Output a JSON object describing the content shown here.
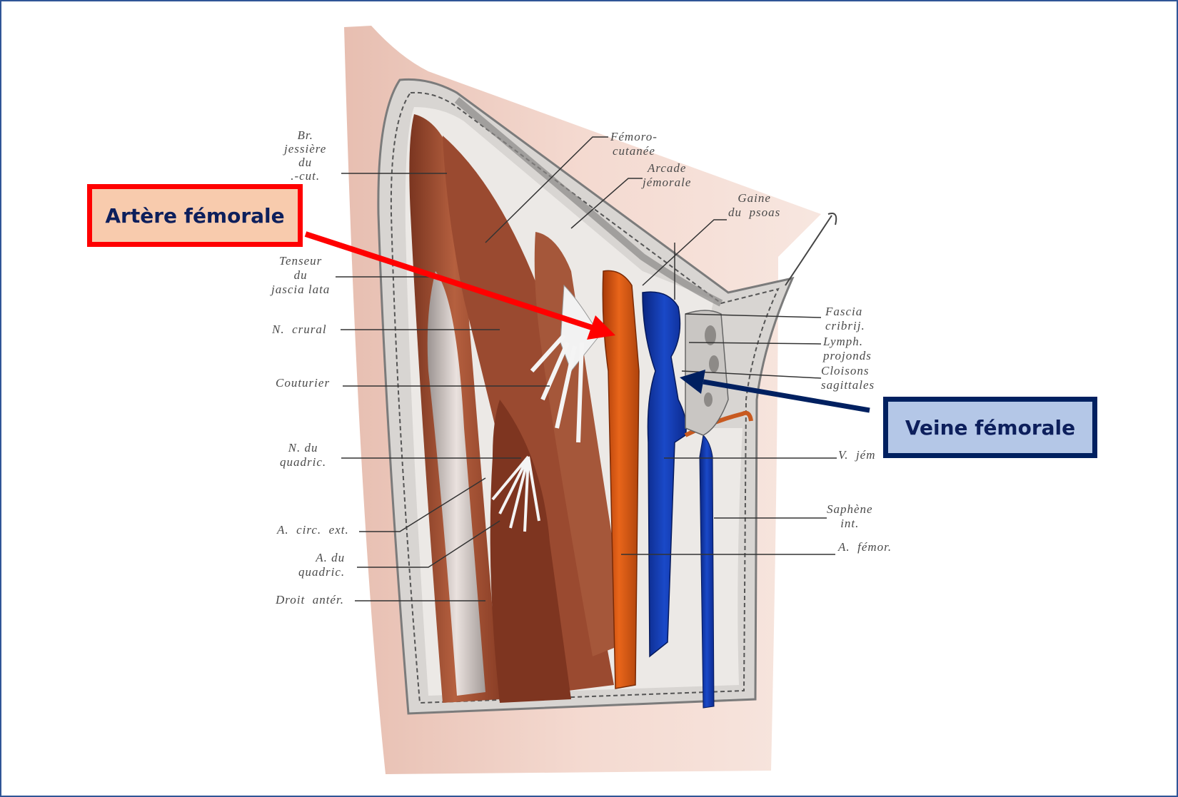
{
  "slide": {
    "frame_color": "#2f5597"
  },
  "callouts": {
    "artery": {
      "label": "Artère  fémorale",
      "border_color": "#ff0000",
      "fill_color": "#f8cbad",
      "arrow_color": "#ff0000"
    },
    "vein": {
      "label": "Veine fémorale",
      "border_color": "#002060",
      "fill_color": "#b4c7e7",
      "arrow_color": "#002060"
    }
  },
  "illustration": {
    "colors": {
      "artery": "#d8580f",
      "vein": "#1238b0",
      "muscle": "#a8553a",
      "skin": "#e9c2b4",
      "fascia": "#d9d6d3"
    },
    "labels_left": [
      {
        "id": "br-fessiere",
        "text": "Br.\njessière\ndu\n.-cut."
      },
      {
        "id": "tenseur",
        "text": "Tenseur\ndu\njascia lata"
      },
      {
        "id": "n-crural",
        "text": "N.  crural"
      },
      {
        "id": "couturier",
        "text": "Couturier"
      },
      {
        "id": "n-quadric",
        "text": "N. du\nquadric."
      },
      {
        "id": "a-circ-ext",
        "text": "A.  circ.  ext."
      },
      {
        "id": "a-quadric",
        "text": "A. du\nquadric."
      },
      {
        "id": "droit-anter",
        "text": "Droit  antér."
      }
    ],
    "labels_top": [
      {
        "id": "femoro-cutanee",
        "text": "Fémoro-\ncutanée"
      },
      {
        "id": "arcade-femorale",
        "text": "Arcade\njémorale"
      },
      {
        "id": "gaine-psoas",
        "text": "Gaine\ndu  psoas"
      }
    ],
    "labels_right": [
      {
        "id": "fascia-cribrif",
        "text": "Fascia\ncribrij."
      },
      {
        "id": "lymph-profonds",
        "text": "Lymph.\nprojonds"
      },
      {
        "id": "cloisons-sagittales",
        "text": "Cloisons\nsagittales"
      },
      {
        "id": "v-fem",
        "text": "V.  jém"
      },
      {
        "id": "saphene-int",
        "text": "Saphène\nint."
      },
      {
        "id": "a-femor",
        "text": "A.  fémor."
      }
    ]
  }
}
